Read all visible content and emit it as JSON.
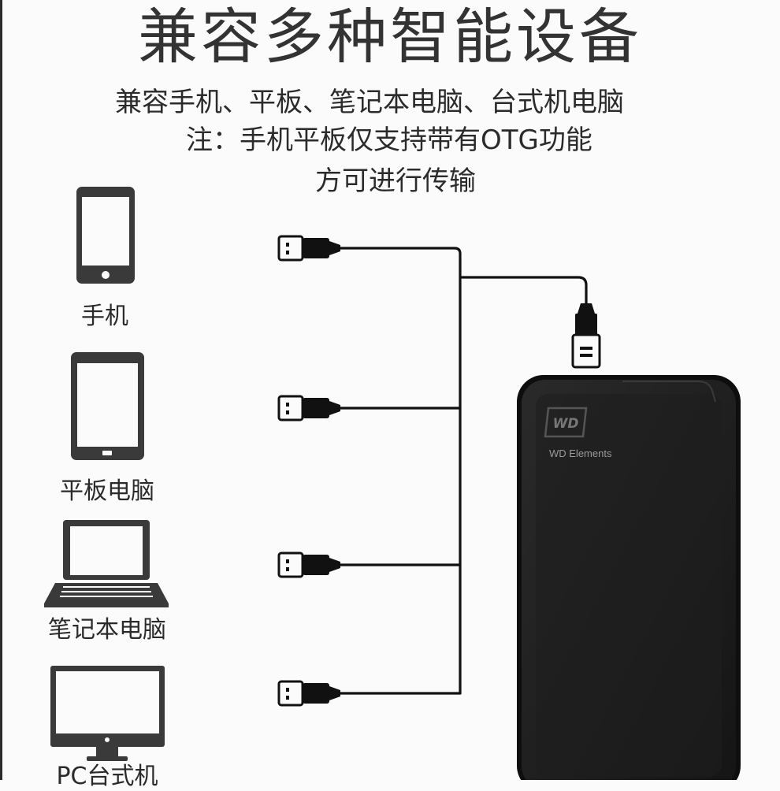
{
  "title": "兼容多种智能设备",
  "subtitle": {
    "line1": "兼容手机、平板、笔记本电脑、台式机电脑",
    "line2": "注：手机平板仅支持带有OTG功能",
    "line3": "方可进行传输"
  },
  "devices": [
    {
      "label": "手机",
      "icon": "phone-icon"
    },
    {
      "label": "平板电脑",
      "icon": "tablet-icon"
    },
    {
      "label": "笔记本电脑",
      "icon": "laptop-icon"
    },
    {
      "label": "PC台式机",
      "icon": "desktop-icon"
    }
  ],
  "drive": {
    "brand_logo": "WD",
    "model": "WD Elements"
  },
  "colors": {
    "icon": "#3a3a3a",
    "cable": "#111111",
    "drive": "#1c1c1c",
    "text": "#2b2b2b"
  }
}
